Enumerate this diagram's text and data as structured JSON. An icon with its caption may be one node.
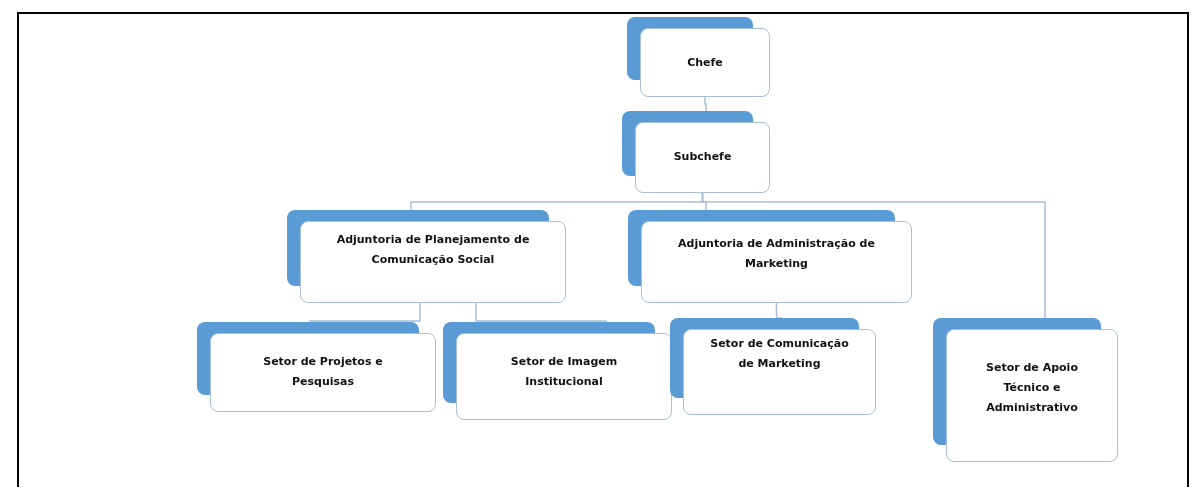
{
  "diagram": {
    "nodes": [
      {
        "text": [
          "Chefe"
        ]
      },
      {
        "text": [
          "Subchefe"
        ]
      },
      {
        "text": [
          "Adjuntoria de Planejamento de Comunicação Social"
        ]
      },
      {
        "text": [
          "Adjuntoria de Administração de Marketing"
        ]
      },
      {
        "text": [
          "Setor de Projetos e Pesquisas"
        ]
      },
      {
        "text": [
          "Setor de Imagem Institucional"
        ]
      },
      {
        "text": [
          "Setor de Comunicação de Marketing"
        ]
      },
      {
        "text": [
          "Setor de Apoio Técnico e Administrativo"
        ]
      }
    ],
    "edges": [
      {
        "from": 0,
        "to": 1,
        "arrow": "none"
      },
      {
        "from": 1,
        "to": 2,
        "arrow": "none"
      },
      {
        "from": 1,
        "to": 3,
        "arrow": "none"
      },
      {
        "from": 1,
        "to": 7,
        "arrow": "none"
      },
      {
        "from": 2,
        "to": 4,
        "arrow": "none"
      },
      {
        "from": 2,
        "to": 5,
        "arrow": "none"
      },
      {
        "from": 3,
        "to": 6,
        "arrow": "none"
      }
    ]
  }
}
